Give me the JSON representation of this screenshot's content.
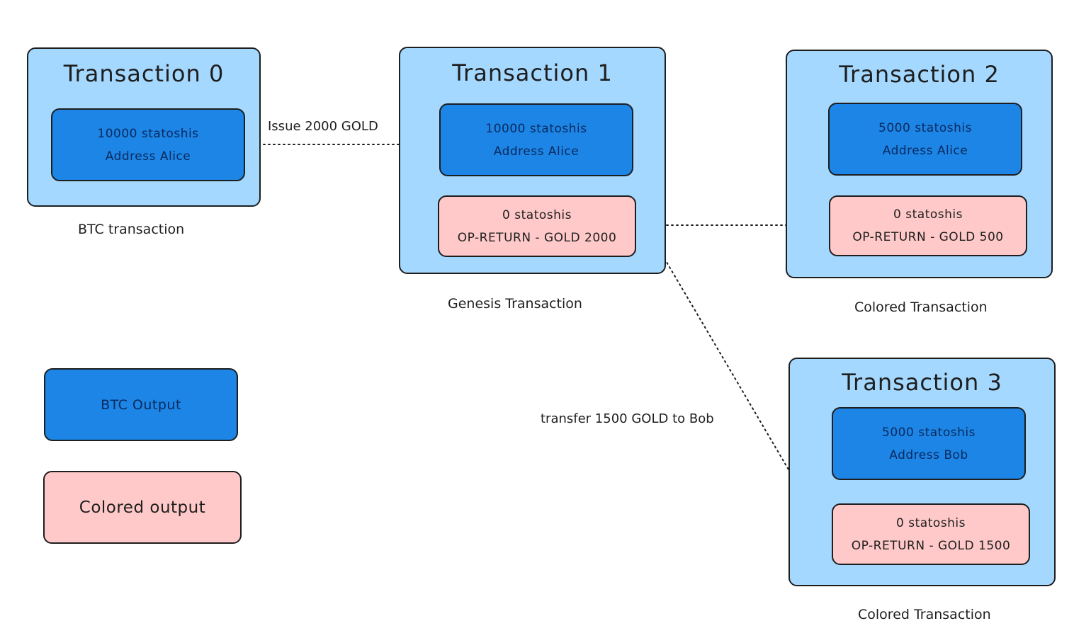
{
  "transactions": [
    {
      "title": "Transaction 0",
      "caption": "BTC transaction",
      "outputs": [
        {
          "kind": "btc",
          "amount": "10000 statoshis",
          "address": "Address Alice"
        }
      ]
    },
    {
      "title": "Transaction 1",
      "caption": "Genesis Transaction",
      "outputs": [
        {
          "kind": "btc",
          "amount": "10000 statoshis",
          "address": "Address Alice"
        },
        {
          "kind": "colored",
          "amount": "0 statoshis",
          "op_return": "OP-RETURN - GOLD 2000"
        }
      ]
    },
    {
      "title": "Transaction 2",
      "caption": "Colored Transaction",
      "outputs": [
        {
          "kind": "btc",
          "amount": "5000 statoshis",
          "address": "Address Alice"
        },
        {
          "kind": "colored",
          "amount": "0 statoshis",
          "op_return": "OP-RETURN - GOLD 500"
        }
      ]
    },
    {
      "title": "Transaction 3",
      "caption": "Colored Transaction",
      "outputs": [
        {
          "kind": "btc",
          "amount": "5000 statoshis",
          "address": "Address Bob"
        },
        {
          "kind": "colored",
          "amount": "0 statoshis",
          "op_return": "OP-RETURN - GOLD 1500"
        }
      ]
    }
  ],
  "edges": [
    {
      "from": "Transaction 0",
      "to": "Transaction 1",
      "label": "Issue 2000 GOLD"
    },
    {
      "from": "Transaction 1",
      "to": "Transaction 2",
      "label": ""
    },
    {
      "from": "Transaction 1",
      "to": "Transaction 3",
      "label": "transfer 1500 GOLD to Bob"
    }
  ],
  "legend": {
    "btc_output": "BTC Output",
    "colored_output": "Colored output"
  },
  "colors": {
    "transaction_fill": "#a5d8ff",
    "btc_output_fill": "#1c85e6",
    "colored_output_fill": "#ffc9c9",
    "stroke": "#1e1e1e"
  }
}
